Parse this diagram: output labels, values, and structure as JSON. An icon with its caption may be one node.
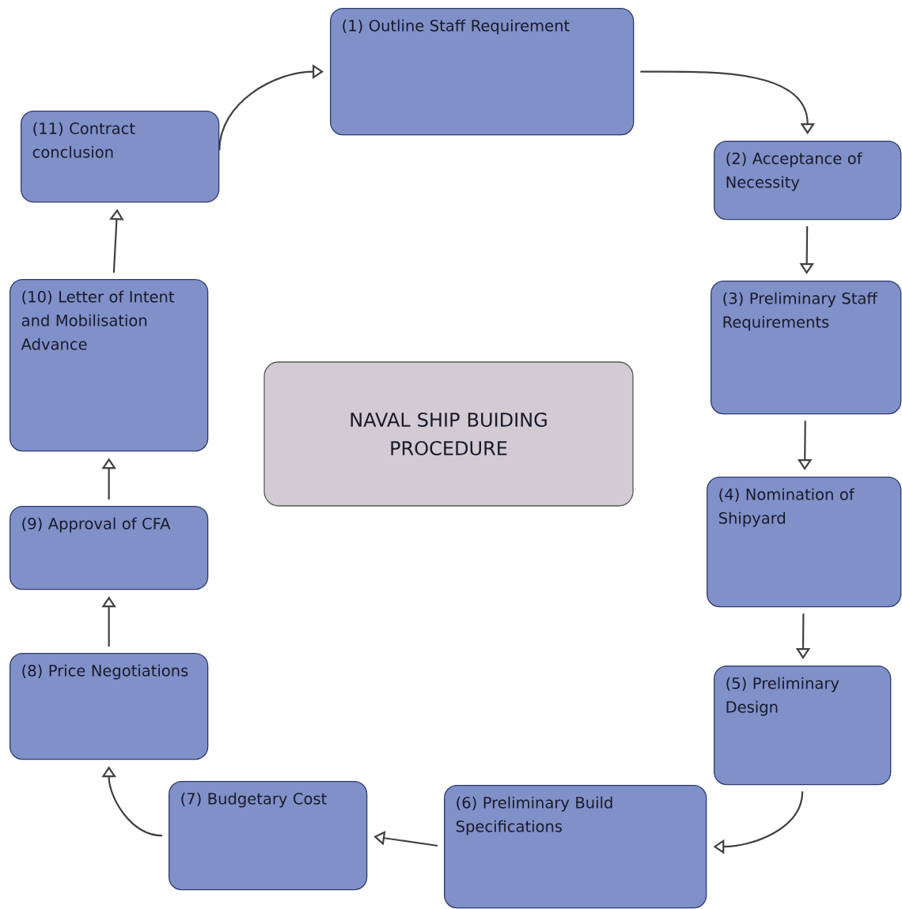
{
  "diagram": {
    "nodes": [
      {
        "text": [
          "(1) Outline Staff Requirement"
        ]
      },
      {
        "text": [
          "(2) Acceptance of Necessity"
        ]
      },
      {
        "text": [
          "(3) Preliminary Staff Requirements"
        ]
      },
      {
        "text": [
          "(4) Nomination of Shipyard"
        ]
      },
      {
        "text": [
          "(5) Preliminary Design"
        ]
      },
      {
        "text": [
          "(6) Preliminary Build Specifications"
        ]
      },
      {
        "text": [
          "(7) Budgetary Cost"
        ]
      },
      {
        "text": [
          "(8) Price Negotiations"
        ]
      },
      {
        "text": [
          "(9) Approval of CFA"
        ]
      },
      {
        "text": [
          "(10) Letter of Intent and Mobilisation Advance"
        ]
      },
      {
        "text": [
          "(11) Contract conclusion"
        ]
      },
      {
        "text": [
          "NAVAL SHIP BUIDING PROCEDURE"
        ]
      }
    ],
    "edges": [
      {
        "from": 0,
        "to": 1,
        "arrow": "to"
      },
      {
        "from": 1,
        "to": 2,
        "arrow": "to"
      },
      {
        "from": 2,
        "to": 3,
        "arrow": "to"
      },
      {
        "from": 3,
        "to": 4,
        "arrow": "to"
      },
      {
        "from": 4,
        "to": 5,
        "arrow": "to"
      },
      {
        "from": 5,
        "to": 6,
        "arrow": "to"
      },
      {
        "from": 6,
        "to": 7,
        "arrow": "to"
      },
      {
        "from": 7,
        "to": 8,
        "arrow": "to"
      },
      {
        "from": 8,
        "to": 9,
        "arrow": "to"
      },
      {
        "from": 9,
        "to": 10,
        "arrow": "to"
      },
      {
        "from": 10,
        "to": 0,
        "arrow": "to"
      }
    ]
  }
}
